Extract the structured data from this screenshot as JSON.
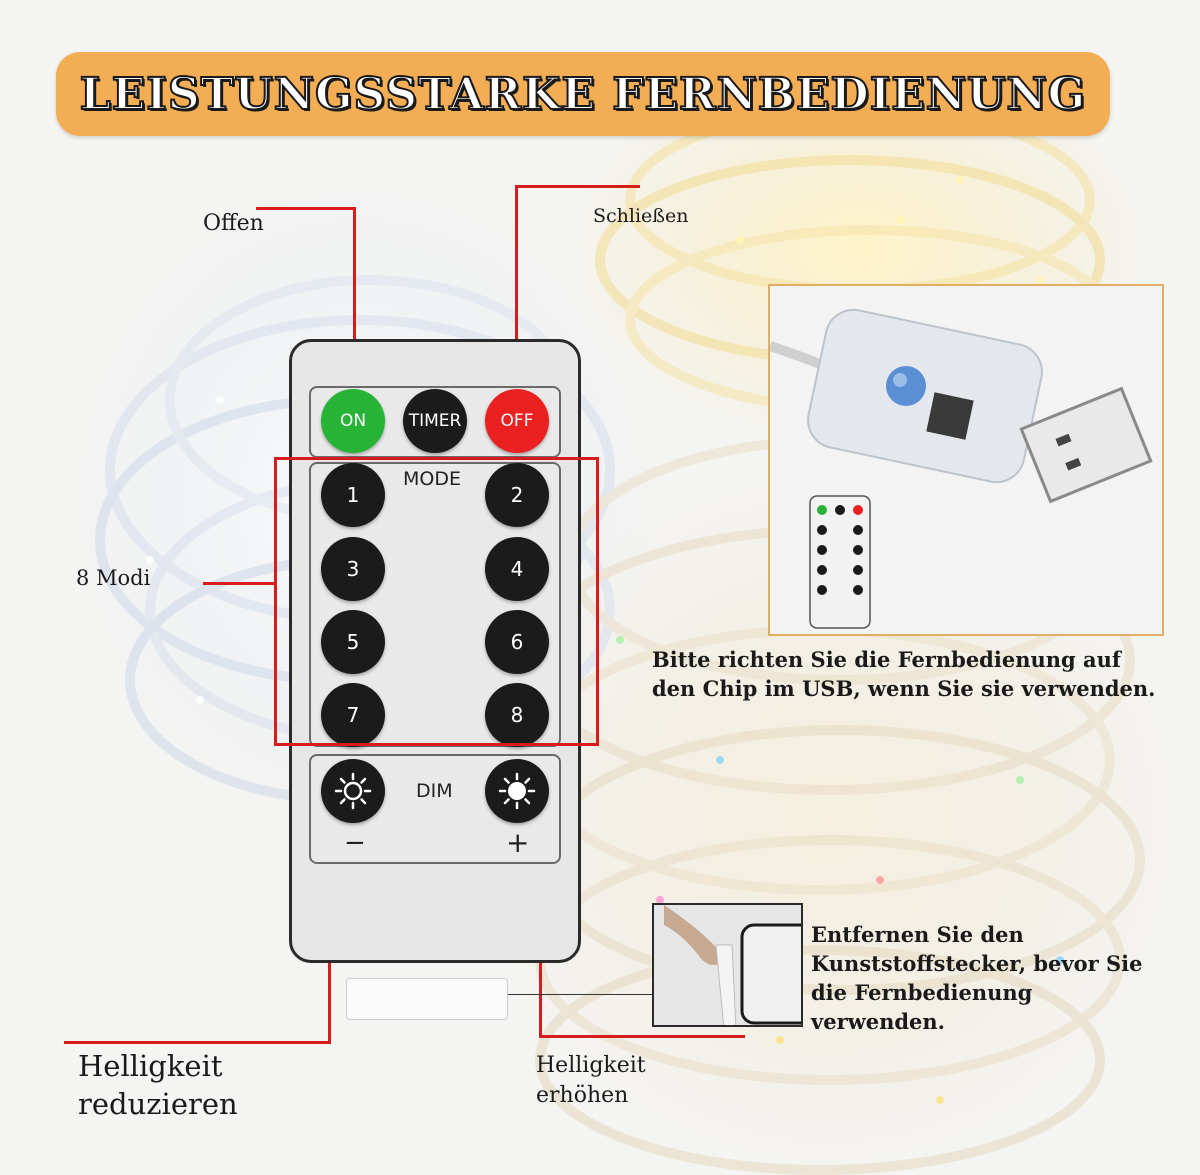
{
  "banner": {
    "title": "LEISTUNGSSTARKE FERNBEDIENUNG"
  },
  "labels": {
    "offen": "Offen",
    "schliessen": "Schließen",
    "modi": "8 Modi",
    "reduce_line1": "Helligkeit",
    "reduce_line2": "reduzieren",
    "increase_line1": "Helligkeit",
    "increase_line2": "erhöhen"
  },
  "remote": {
    "on": "ON",
    "timer": "TIMER",
    "off": "OFF",
    "mode_label": "MODE",
    "modes": [
      "1",
      "2",
      "3",
      "4",
      "5",
      "6",
      "7",
      "8"
    ],
    "dim_label": "DIM",
    "minus": "−",
    "plus": "+"
  },
  "notes": {
    "usb_line1": "Bitte richten Sie die Fernbedienung auf",
    "usb_line2": "den Chip im USB, wenn Sie sie verwenden.",
    "plug_line1": "Entfernen Sie den",
    "plug_line2": "Kunststoffstecker, bevor Sie",
    "plug_line3": "die Fernbedienung",
    "plug_line4": "verwenden."
  },
  "icons": {
    "dim_down": "sun-outline-icon",
    "dim_up": "sun-filled-icon",
    "usb_button": "blue-button-icon"
  },
  "colors": {
    "banner": "#f2ad55",
    "on_button": "#27b436",
    "off_button": "#ea2120",
    "callout_line": "#d61c1c"
  }
}
